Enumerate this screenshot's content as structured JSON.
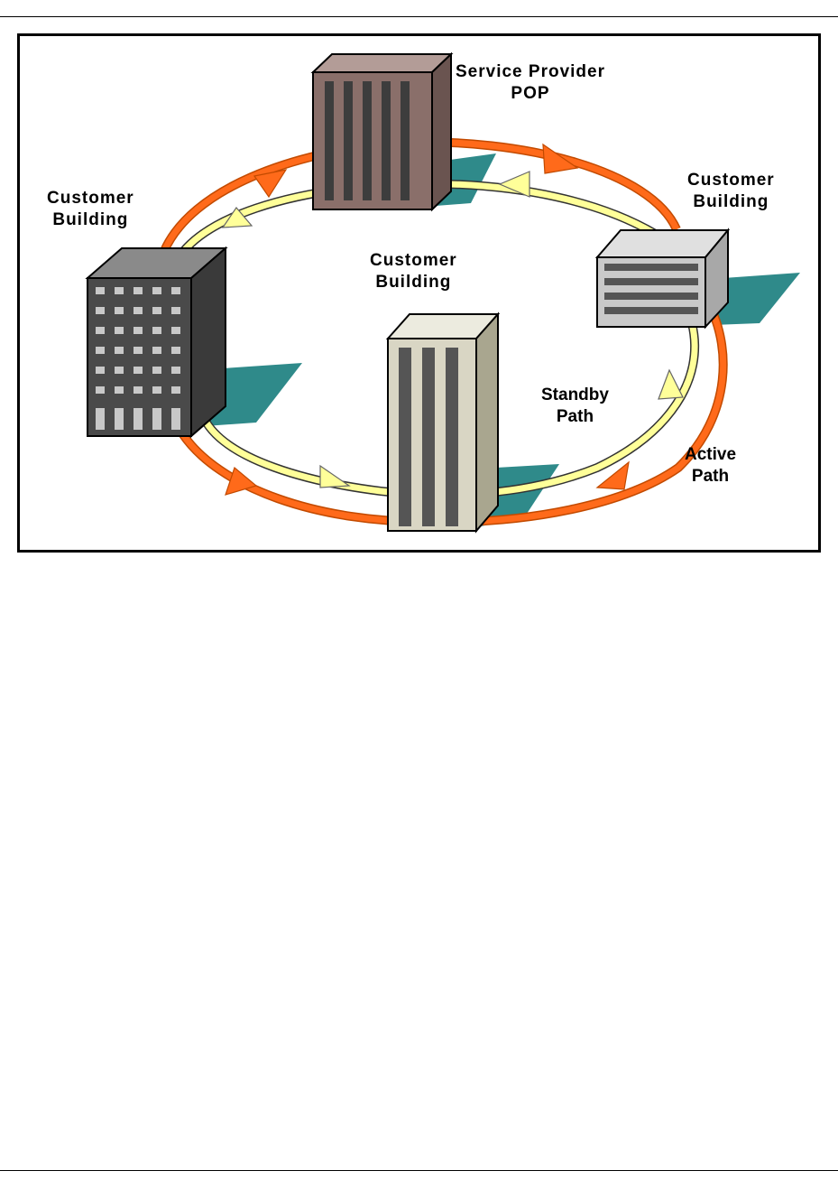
{
  "labels": {
    "pop": {
      "line1": "Service Provider",
      "line2": "POP"
    },
    "left": {
      "line1": "Customer",
      "line2": "Building"
    },
    "right": {
      "line1": "Customer",
      "line2": "Building"
    },
    "center": {
      "line1": "Customer",
      "line2": "Building"
    },
    "standby": {
      "line1": "Standby",
      "line2": "Path"
    },
    "active": {
      "line1": "Active",
      "line2": "Path"
    }
  },
  "colors": {
    "active_path": "#ff6a1a",
    "standby_path": "#ffff99",
    "shadow": "#2f8a8a",
    "pop_building": "#8a6f6a",
    "left_building": "#4a4a4a",
    "right_building": "#c9c9c9",
    "center_building": "#d9d6c4"
  }
}
